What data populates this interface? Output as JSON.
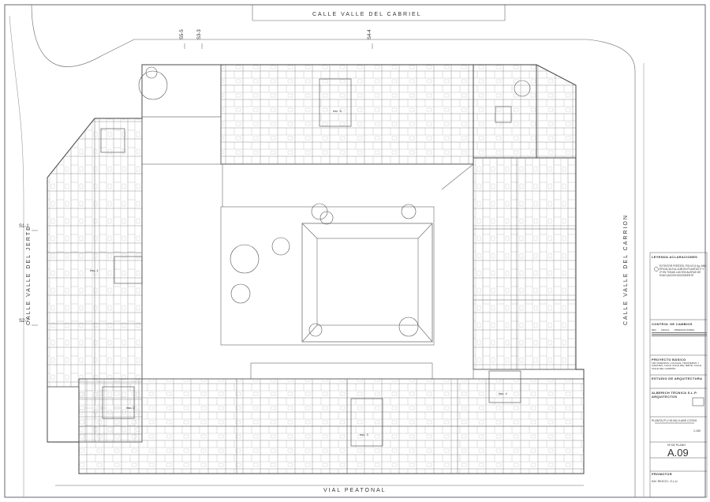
{
  "streets": {
    "north": "CALLE VALLE DEL CABRIEL",
    "west": "CALLE VALLE DEL JERTE",
    "east": "CALLE VALLE DEL CARRION",
    "south": "VIAL PEATONAL"
  },
  "sections": {
    "s55": "S5-5",
    "s33": "S3-3",
    "s44": "S4-4",
    "s11": "S1-1",
    "s22": "S2-2"
  },
  "cores": {
    "esc1": "esc. 1",
    "esc2": "esc. 2",
    "esc3": "esc. 3",
    "esc4": "esc. 4",
    "esc5": "esc. 5"
  },
  "title_block": {
    "legend_title": "LEYENDA ACLARACIONES",
    "legend_text": "EXTINTOR PORTATIL POLVO 6 Kg. ABC. EFICACIA 21A-113B EN PLANTAS 1ª Y 2ª EN TODAS LAS ESCALERAS DE EVACUACION ASCENDENTE",
    "changes_title": "CONTROL DE CAMBIOS",
    "changes_cols": [
      "REV",
      "FECHA",
      "OBSERVACIONES"
    ],
    "project_type": "PROYECTO BÁSICO",
    "project_desc": "138 VIVIENDAS, LOCALES, TRASTEROS Y GARAJES, CALLE VALLE DEL JERTE, CALLE VALLE DEL CARRIÓN",
    "studio_title": "ESTUDIO DE ARQUITECTURA",
    "firm_name": "ALBERICH TÉCNICA S.L.P.",
    "firm_sub": "ARQUITECTOS",
    "drawing_name": "PLANTA 2ª (+15.00) H.ABS COTAS",
    "scale_text": "1:150",
    "plan_label": "Nº DE PLANO",
    "plan_number": "A.09",
    "promoter_title": "PROMOTOR",
    "promoter_name": "INV. RIOCO I, S.L.U."
  }
}
